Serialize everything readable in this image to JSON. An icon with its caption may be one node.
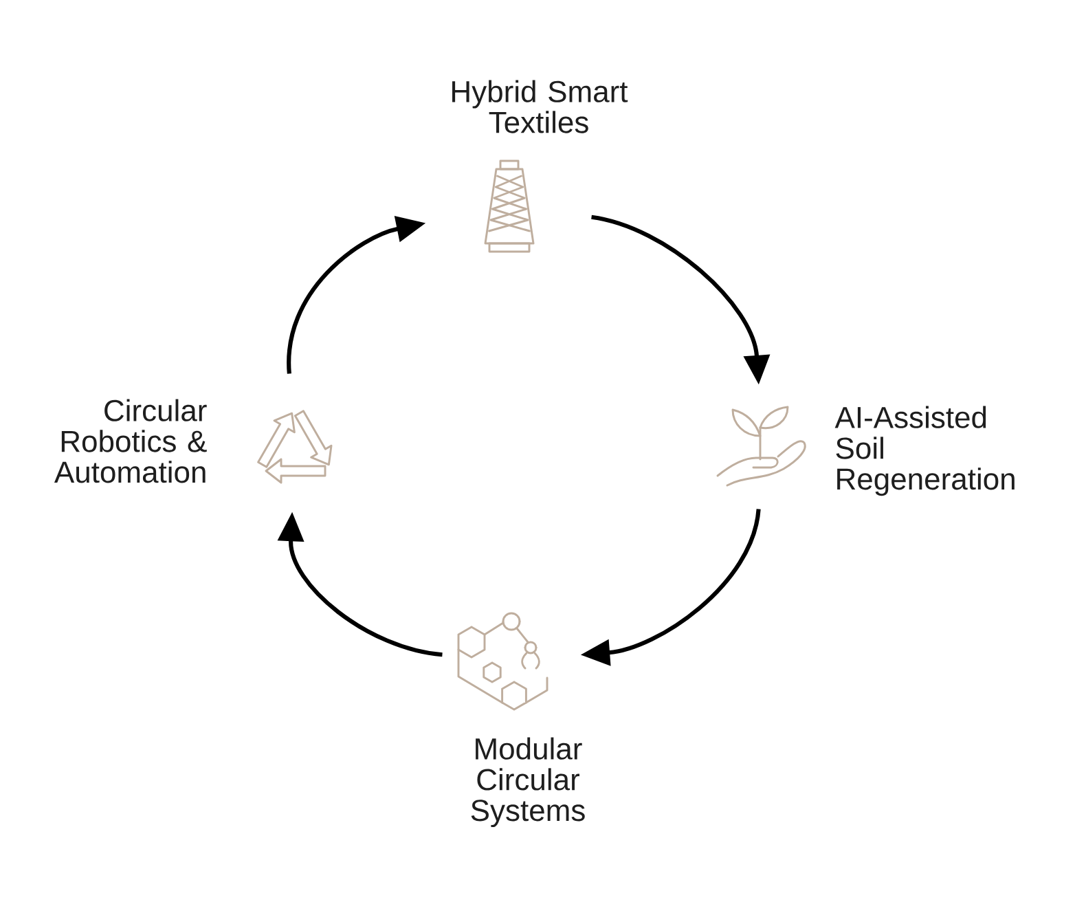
{
  "diagram": {
    "nodes": [
      {
        "text": [
          "Hybrid Smart Textiles"
        ]
      },
      {
        "text": [
          "AI-Assisted Soil Regeneration"
        ]
      },
      {
        "text": [
          "Modular Circular Systems"
        ]
      },
      {
        "text": [
          "Circular Robotics & Automation"
        ]
      }
    ],
    "edges": [
      {
        "from": 0,
        "to": 1,
        "arrow": "to"
      },
      {
        "from": 1,
        "to": 2,
        "arrow": "to"
      },
      {
        "from": 2,
        "to": 3,
        "arrow": "to"
      },
      {
        "from": 3,
        "to": 0,
        "arrow": "to"
      }
    ]
  }
}
